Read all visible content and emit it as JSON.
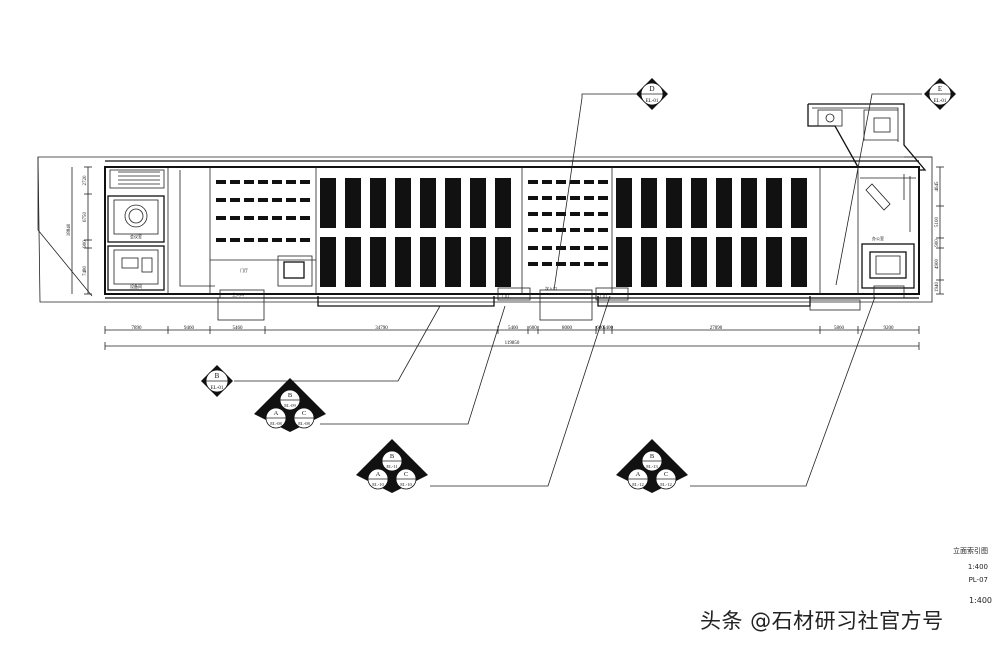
{
  "sheet": {
    "title": "立面索引图",
    "scale": "1:400",
    "sheet_no": "PL-07",
    "stamp_text": "1:400"
  },
  "watermark": {
    "text": "头条 @石材研习社官方号"
  },
  "dimensions": {
    "bottom_segments": [
      "7890",
      "9460",
      "5460",
      "34790",
      "5400",
      "600",
      "8000",
      "600",
      "5400",
      "27090",
      "5860",
      "9200"
    ],
    "total": "119850",
    "left_side": [
      "2720",
      "6750",
      "900",
      "7480",
      "18840"
    ],
    "right_side": [
      "4645",
      "5100",
      "900",
      "4900",
      "1940"
    ]
  },
  "rooms": {
    "left_room_1": "会议室",
    "left_room_2": "设备间",
    "lobby": "门厅",
    "right_room": "办公室",
    "entrance_1": "主入口",
    "entrance_2": "次入口",
    "door_1": "门厅",
    "door_2": "门厅"
  },
  "callouts": [
    {
      "id": "D",
      "letters": [
        "D"
      ],
      "refs": [
        "EL-01"
      ]
    },
    {
      "id": "E",
      "letters": [
        "E"
      ],
      "refs": [
        "EL-01"
      ]
    },
    {
      "id": "B1",
      "letters": [
        "B"
      ],
      "refs": [
        "EL-01"
      ]
    },
    {
      "id": "ABC-1",
      "letters": [
        "B",
        "A",
        "C"
      ],
      "refs": [
        "EL-09",
        "EL-08",
        "EL-08"
      ]
    },
    {
      "id": "ABC-2",
      "letters": [
        "B",
        "A",
        "C"
      ],
      "refs": [
        "EL-11",
        "EL-10",
        "EL-10"
      ]
    },
    {
      "id": "ABC-3",
      "letters": [
        "B",
        "A",
        "C"
      ],
      "refs": [
        "EL-13",
        "EL-12",
        "EL-12"
      ]
    }
  ]
}
